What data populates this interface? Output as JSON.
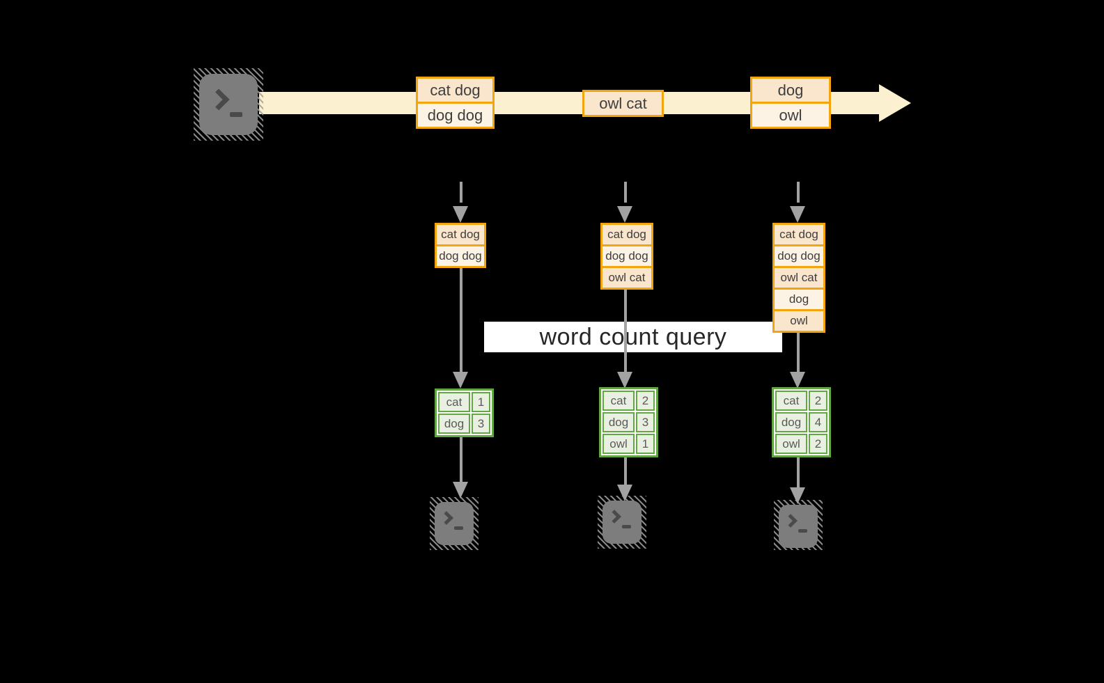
{
  "banner": {
    "label": "word count query"
  },
  "icons": {
    "source": "terminal-icon",
    "sink": "terminal-icon",
    "prompt": "chevron-underscore-prompt"
  },
  "stream": {
    "events": [
      {
        "lines": [
          "cat dog",
          "dog dog"
        ]
      },
      {
        "lines": [
          "owl cat"
        ]
      },
      {
        "lines": [
          "dog",
          "owl"
        ]
      }
    ]
  },
  "pipelines": [
    {
      "buffer": [
        "cat dog",
        "dog dog"
      ],
      "counts": [
        {
          "word": "cat",
          "value": "1"
        },
        {
          "word": "dog",
          "value": "3"
        }
      ]
    },
    {
      "buffer": [
        "cat dog",
        "dog dog",
        "owl cat"
      ],
      "counts": [
        {
          "word": "cat",
          "value": "2"
        },
        {
          "word": "dog",
          "value": "3"
        },
        {
          "word": "owl",
          "value": "1"
        }
      ]
    },
    {
      "buffer": [
        "cat dog",
        "dog dog",
        "owl cat",
        "dog",
        "owl"
      ],
      "counts": [
        {
          "word": "cat",
          "value": "2"
        },
        {
          "word": "dog",
          "value": "4"
        },
        {
          "word": "owl",
          "value": "2"
        }
      ]
    }
  ],
  "colors": {
    "background": "#000000",
    "stream_arrow": "#FBF0CF",
    "event_fill_peach": "#FAE5CD",
    "event_fill_cream": "#FDF3E4",
    "event_border_orange": "#F2A50F",
    "table_border_green": "#62A744",
    "table_fill_green": "#EAF0E1",
    "connector_gray": "#A2A2A2",
    "terminal_gray": "#7D7D7D",
    "banner_bg": "#FFFFFF"
  }
}
